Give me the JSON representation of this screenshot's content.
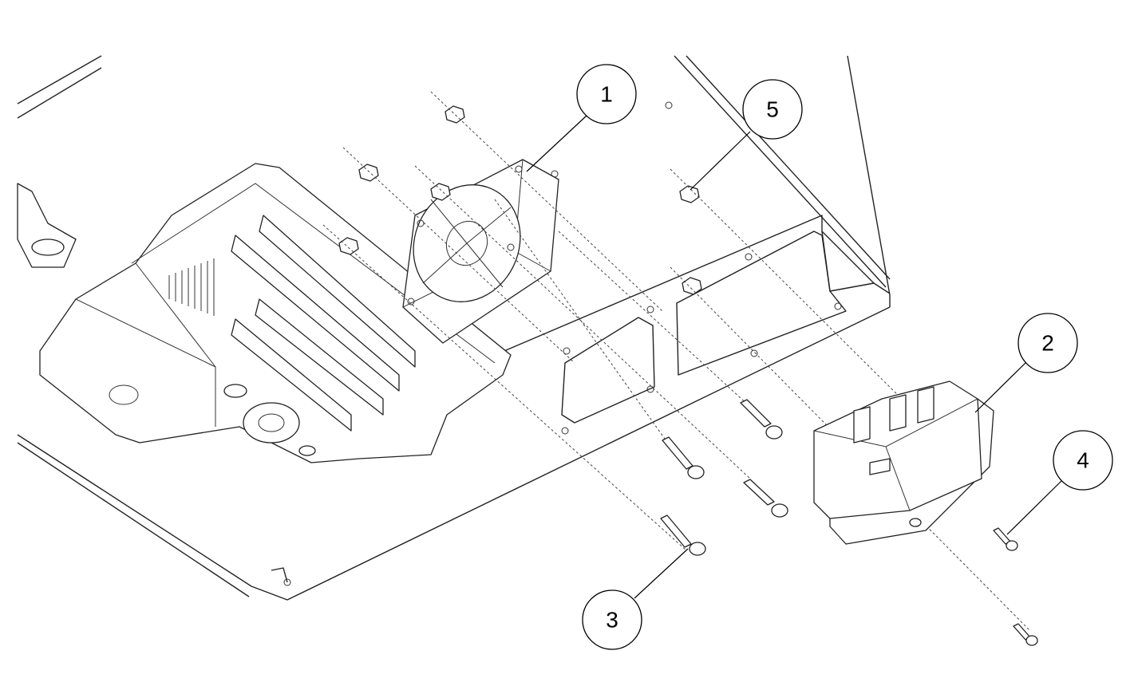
{
  "drawing": {
    "type": "exploded-assembly-view",
    "callouts": [
      {
        "number": "1",
        "part": "fan"
      },
      {
        "number": "2",
        "part": "power-inlet-module"
      },
      {
        "number": "3",
        "part": "fan-screw"
      },
      {
        "number": "4",
        "part": "inlet-screw"
      },
      {
        "number": "5",
        "part": "hex-nut"
      }
    ]
  }
}
